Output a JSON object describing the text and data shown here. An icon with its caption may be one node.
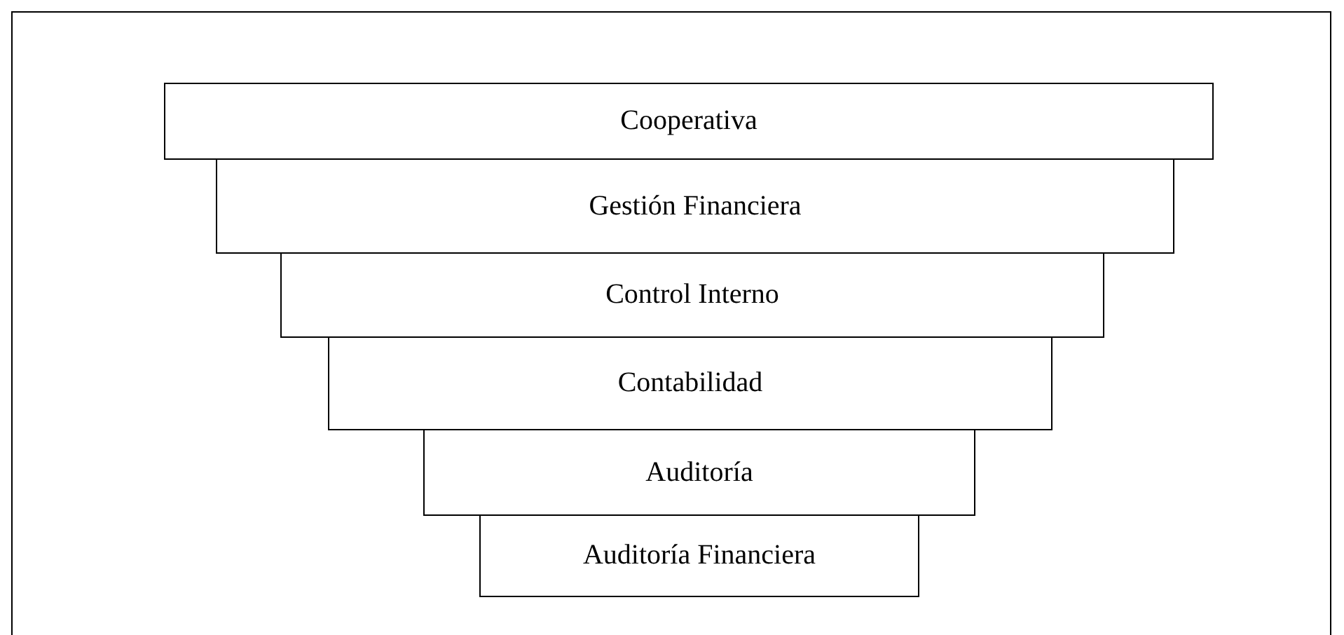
{
  "diagram": {
    "nodes": [
      {
        "text": [
          "Cooperativa"
        ]
      },
      {
        "text": [
          "Gestión Financiera"
        ]
      },
      {
        "text": [
          "Control Interno"
        ]
      },
      {
        "text": [
          "Contabilidad"
        ]
      },
      {
        "text": [
          "Auditoría"
        ]
      },
      {
        "text": [
          "Auditoría Financiera"
        ]
      }
    ]
  }
}
